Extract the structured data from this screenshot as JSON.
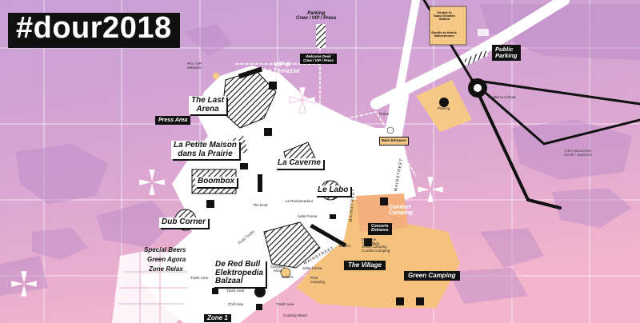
{
  "title": "#dour2018",
  "stages": {
    "last_arena": "The Last\nArena",
    "petite_maison": "La Petite Maison\ndans la Prairie",
    "boombox": "Boombox",
    "dub_corner": "Dub Corner",
    "caverne": "La Caverne",
    "labo": "Le Labo",
    "red_bull": "De Red Bull\nElektropedia\nBalzaal"
  },
  "zones": {
    "press_area": "Press Area",
    "vip_terrasse": "VIP &\nLa Terrasse",
    "public_parking": "Public\nParking",
    "parking_crew": "Parking\nCrew / VIP / Press",
    "welcome_desk": "Welcome Desk\nCrew / VIP / Press",
    "the_village": "The Village",
    "green_camping": "Green Camping",
    "comfort_camping": "Comfort\nCamping",
    "zone1": "Zone 1",
    "concerts_entrance": "Concerts\nEntrance",
    "entrance_list": "Entrance\nThe Village\nGreen Camping\nComfort Camping",
    "main_entrance": "Main Entrance",
    "mainstreet": "MAINSTREET",
    "shuttle_station": "Shuttle to\nSaint-Ghislain\nStation",
    "shuttle_hotels": "Shuttle to Hotels\nValenciennes",
    "shuttle_colruyt": "Shuttle to Colruyt",
    "parking": "Parking",
    "police": "Police",
    "pro_vip_entrance": "Pro / VIP\nentrance",
    "intl_bus": "International bus\narrival / departure"
  },
  "side_labels": [
    "Special Beers",
    "Green Agora",
    "Zone Relax"
  ],
  "small_labels": {
    "the_roof": "The Roof",
    "rockamadour": "Le Rockamadour",
    "safer_fiesta": "Safer Fiesta",
    "lockers": "lockers",
    "camping_shop": "Camping\nShop",
    "petit_camping": "Petit\nCamping",
    "chill_area": "Chill Area",
    "trash_zone": "Trash zone",
    "cooking_island": "Cooking Island",
    "safer_fiesta2": "Safer Fiesta",
    "food_trucks": "Food Trucks"
  },
  "colors": {
    "sky_top": "#c49ed3",
    "sky_bottom": "#f0b0cf",
    "road": "#ffffff",
    "camping": "#f5c27e",
    "dark": "#111111"
  }
}
